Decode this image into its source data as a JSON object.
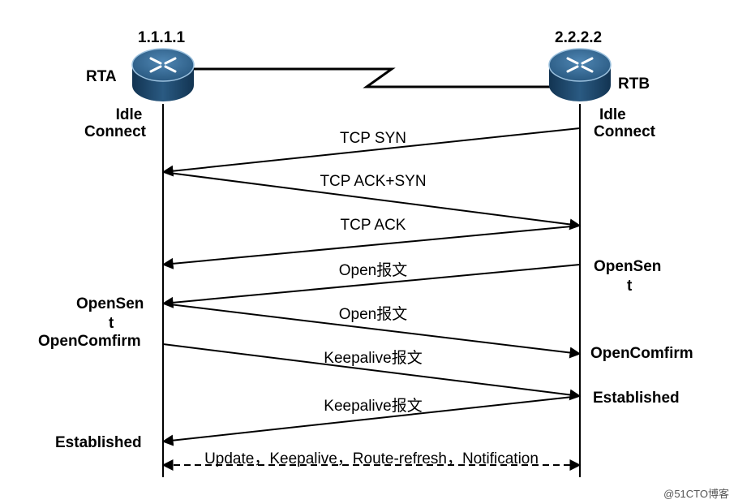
{
  "routers": {
    "a": {
      "ip": "1.1.1.1",
      "name": "RTA",
      "state1": "Idle",
      "state2": "Connect"
    },
    "b": {
      "ip": "2.2.2.2",
      "name": "RTB",
      "state1": "Idle",
      "state2": "Connect"
    }
  },
  "messages": [
    {
      "label": "TCP SYN",
      "direction": "RTB→RTA"
    },
    {
      "label": "TCP ACK+SYN",
      "direction": "RTA→RTB"
    },
    {
      "label": "TCP ACK",
      "direction": "RTB→RTA"
    },
    {
      "label": "Open报文",
      "direction": "RTB→RTA"
    },
    {
      "label": "Open报文",
      "direction": "RTA→RTB"
    },
    {
      "label": "Keepalive报文",
      "direction": "RTA→RTB"
    },
    {
      "label": "Keepalive报文",
      "direction": "RTB→RTA"
    },
    {
      "label": "Update，Keepalive，Route-refresh，Notification",
      "direction": "RTA↔RTB"
    }
  ],
  "states": {
    "b_opensent_1": "OpenSen",
    "b_opensent_2": "t",
    "a_opensent_1": "OpenSen",
    "a_opensent_2": "t",
    "a_openconfirm": "OpenComfirm",
    "b_openconfirm": "OpenComfirm",
    "b_established": "Established",
    "a_established": "Established"
  },
  "watermark": "@51CTO博客",
  "colors": {
    "router_top": "#2f5f88",
    "router_body": "#1c4466",
    "line": "#000000"
  }
}
